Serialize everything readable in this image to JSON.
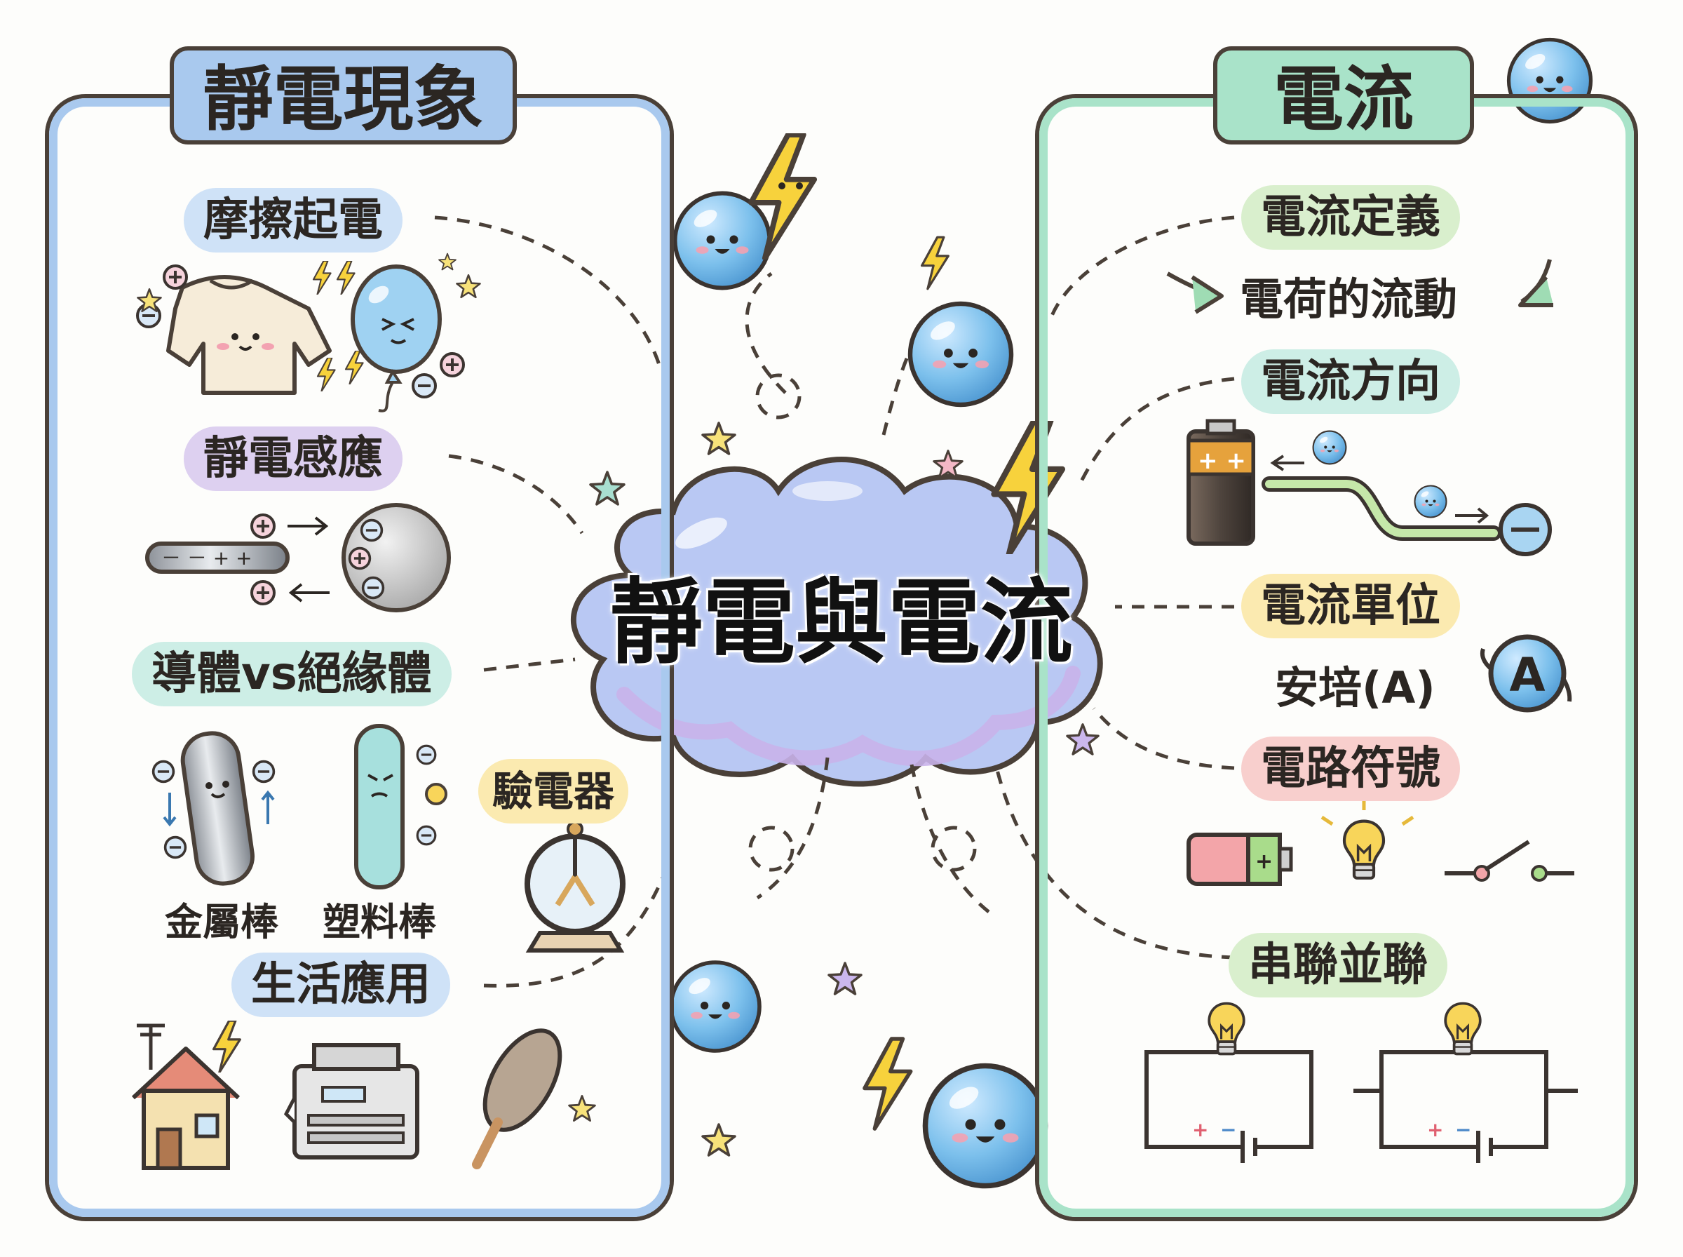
{
  "title": "靜電與電流",
  "left_panel": {
    "title": "靜電現象",
    "friction": {
      "label": "摩擦起電"
    },
    "induction": {
      "label": "靜電感應"
    },
    "conductors": {
      "label": "導體vs絕緣體",
      "metal": "金屬棒",
      "plastic": "塑料棒"
    },
    "electroscope": {
      "label": "驗電器"
    },
    "applications": {
      "label": "生活應用"
    }
  },
  "right_panel": {
    "title": "電流",
    "definition": {
      "label": "電流定義",
      "text": "電荷的流動"
    },
    "direction": {
      "label": "電流方向"
    },
    "unit": {
      "label": "電流單位",
      "text": "安培(A)",
      "badge": "A"
    },
    "symbols": {
      "label": "電路符號"
    },
    "series_parallel": {
      "label": "串聯並聯"
    }
  },
  "colors": {
    "left_frame": "#a9c9ee",
    "right_frame": "#a9e3c9",
    "cloud": "#b9c8f3",
    "pill_blue": "#cfe2f7",
    "pill_purple": "#ddd0f0",
    "pill_teal": "#cdeee6",
    "pill_yellow": "#fbeab0",
    "pill_green": "#d9efcd",
    "pill_red": "#f8cfcd"
  }
}
